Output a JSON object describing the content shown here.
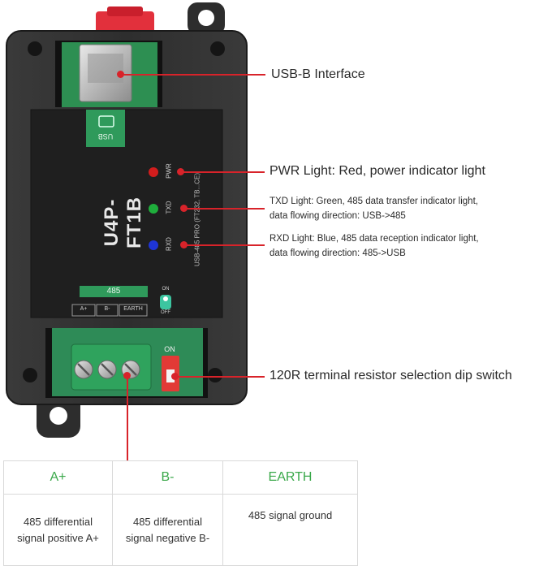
{
  "callouts": {
    "usb": "USB-B Interface",
    "pwr": "PWR Light: Red, power indicator light",
    "txd_line1": "TXD Light: Green, 485 data transfer indicator light,",
    "txd_line2": "data flowing direction: USB->485",
    "rxd_line1": "RXD Light: Blue, 485 data reception indicator light,",
    "rxd_line2": "data flowing direction: 485->USB",
    "dip": "120R terminal resistor selection dip switch"
  },
  "device": {
    "model": "U4P-FT1B",
    "side_text": "USB-485 PRO (FT232, TB...CE)",
    "usb_label": "USB",
    "led_labels": [
      "PWR",
      "TXD",
      "RXD"
    ],
    "led_colors": [
      "#d21d1d",
      "#1fae3c",
      "#1e35d6"
    ],
    "bus_label": "485",
    "terminal_labels": [
      "A+",
      "B-",
      "EARTH"
    ],
    "switch_on": "ON",
    "switch_off": "OFF",
    "dip_on": "ON"
  },
  "legend": {
    "headers": [
      "A+",
      "B-",
      "EARTH"
    ],
    "descriptions": [
      [
        "485 differential",
        "signal positive A+"
      ],
      [
        "485 differential",
        "signal negative B-"
      ],
      [
        "485 signal ground",
        ""
      ]
    ]
  },
  "colors": {
    "accent_line": "#d8232a",
    "header_text": "#3aa84a",
    "case": "#2b2b2b"
  }
}
